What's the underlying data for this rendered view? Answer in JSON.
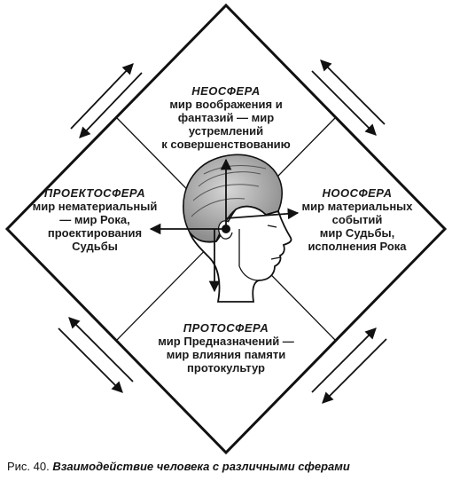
{
  "zones": {
    "top": {
      "title": "НЕОСФЕРА",
      "body": "мир воображения и\nфантазий — мир устремлений\nк совершенствованию"
    },
    "left": {
      "title": "ПРОЕКТОСФЕРА",
      "body": "мир нематериальный\n— мир Рока,\nпроектирования\nСудьбы"
    },
    "right": {
      "title": "НООСФЕРА",
      "body": "мир материальных\nсобытий\nмир Судьбы,\nисполнения Рока"
    },
    "bottom": {
      "title": "ПРОТОСФЕРА",
      "body": "мир Предназначений —\nмир влияния памяти\nпротокультур"
    }
  },
  "caption": {
    "label": "Рис. 40.",
    "text": "Взаимодействие человека с различными сферами"
  },
  "icons": [
    "human-head-icon",
    "arrow-pair-icon",
    "arrow-icon"
  ],
  "colors": {
    "ink": "#111111",
    "hair": "#9a9a9a"
  }
}
